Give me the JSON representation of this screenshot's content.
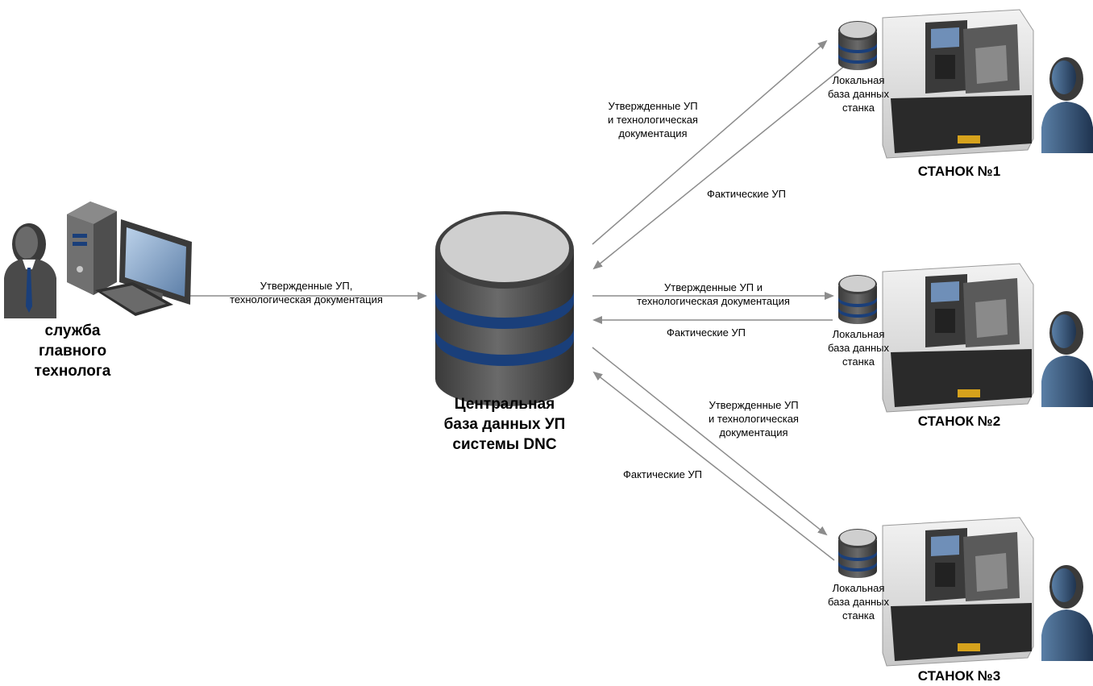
{
  "technologist": {
    "label": "служба\nглавного\nтехнолога"
  },
  "central_db": {
    "label": "Центральная\nбаза данных УП\nсистемы DNC"
  },
  "arrows": {
    "tech_to_db": "Утвержденные УП,\nтехнологическая документация",
    "db_to_m1": "Утвержденные УП\nи технологическая\nдокументация",
    "m1_to_db": "Фактические УП",
    "db_to_m2": "Утвержденные УП и\nтехнологическая документация",
    "m2_to_db": "Фактические УП",
    "db_to_m3": "Утвержденные УП\nи технологическая\nдокументация",
    "m3_to_db": "Фактические УП"
  },
  "machines": [
    {
      "title": "СТАНОК №1",
      "local_db": "Локальная\nбаза данных\nстанка"
    },
    {
      "title": "СТАНОК №2",
      "local_db": "Локальная\nбаза данных\nстанка"
    },
    {
      "title": "СТАНОК №3",
      "local_db": "Локальная\nбаза данных\nстанка"
    }
  ],
  "colors": {
    "arrow": "#8c8c8c",
    "db_body": "#5a5a5a",
    "db_top": "#c8c8c8",
    "db_band": "#1a3f7a",
    "person": "#2e4a6b",
    "person_dark": "#3c3c3c"
  }
}
